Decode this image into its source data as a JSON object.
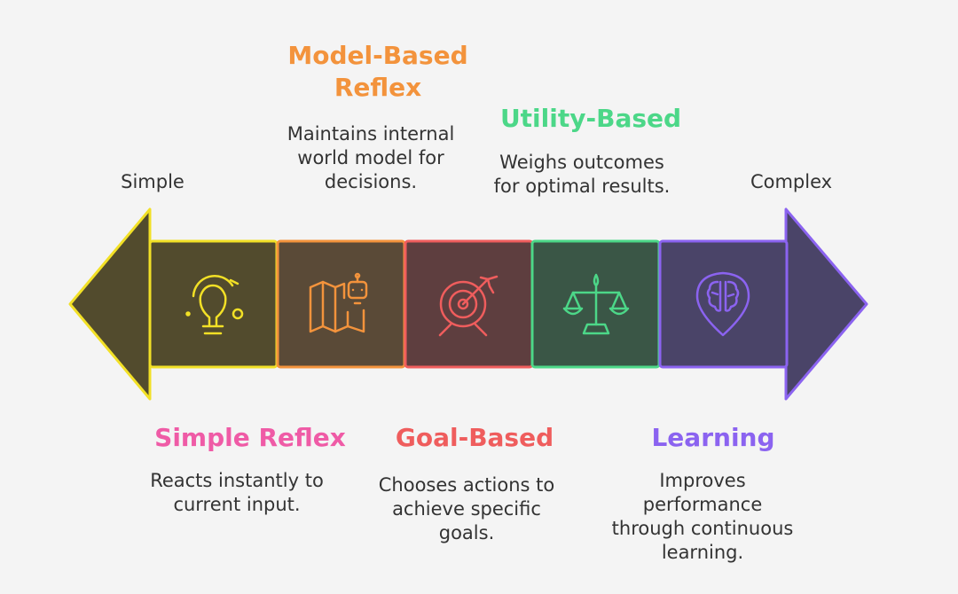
{
  "scale": {
    "left_label": "Simple",
    "right_label": "Complex"
  },
  "colors": {
    "simple_reflex": "#f2e026",
    "model_based": "#f3933c",
    "goal_based": "#ef5d5d",
    "utility_based": "#4cd788",
    "learning": "#8b63f0",
    "simple_reflex_title": "#ef5ba6",
    "background": "#f4f4f4"
  },
  "stages": [
    {
      "title": "Simple Reflex",
      "description_lines": [
        "Reacts instantly to",
        "current input."
      ],
      "icon": "lightbulb-icon"
    },
    {
      "title_lines": [
        "Model-Based",
        "Reflex"
      ],
      "description_lines": [
        "Maintains internal",
        "world model for",
        "decisions."
      ],
      "icon": "map-robot-icon"
    },
    {
      "title": "Goal-Based",
      "description_lines": [
        "Chooses actions to",
        "achieve specific",
        "goals."
      ],
      "icon": "target-icon"
    },
    {
      "title": "Utility-Based",
      "description_lines": [
        "Weighs outcomes",
        "for optimal results."
      ],
      "icon": "balance-scale-icon"
    },
    {
      "title": "Learning",
      "description_lines": [
        "Improves",
        "performance",
        "through continuous",
        "learning."
      ],
      "icon": "brain-pin-icon"
    }
  ]
}
